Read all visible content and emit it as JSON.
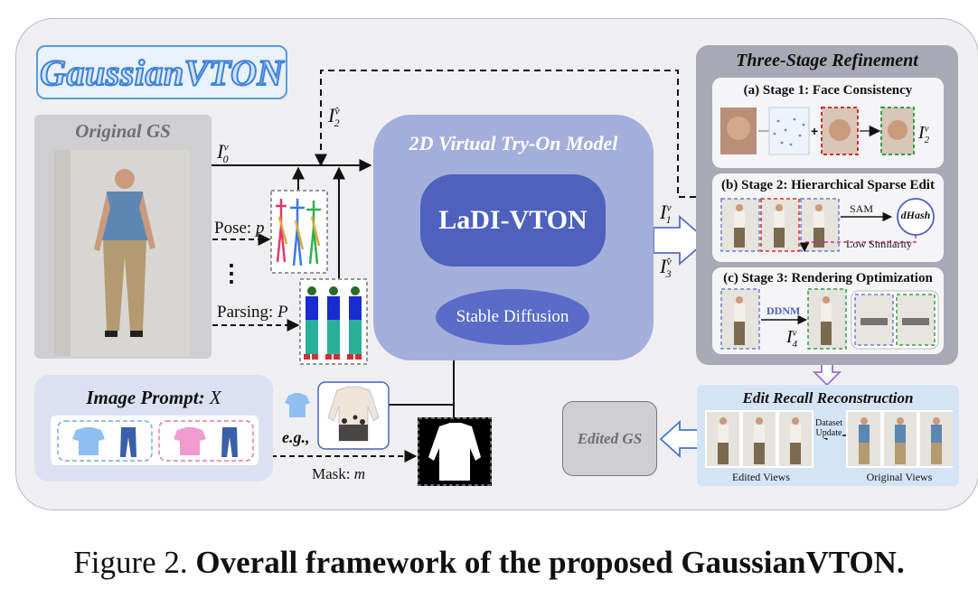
{
  "logo": {
    "text": "GaussianVTON"
  },
  "original_gs": {
    "title": "Original GS"
  },
  "labels": {
    "i0": "I",
    "i0_sup": "v",
    "i0_sub": "0",
    "i2_top": "I",
    "i2_top_sup": "v̂",
    "i2_top_sub": "2",
    "pose": "Pose: ",
    "pose_var": "p",
    "ellipsis": "⋮",
    "parsing": "Parsing: ",
    "parsing_var": "P",
    "i1": "I",
    "i1_sup": "v",
    "i1_sub": "1",
    "i3": "I",
    "i3_sup": "v̂",
    "i3_sub": "3",
    "mask": "Mask: ",
    "mask_var": "m",
    "eg": "e.g.,"
  },
  "vton": {
    "title": "2D Virtual Try-On Model",
    "ladi": "LaDI-VTON",
    "sd": "Stable Diffusion"
  },
  "prompt": {
    "title": "Image Prompt: ",
    "title_var": "X"
  },
  "refinement": {
    "title": "Three-Stage Refinement",
    "stage1": {
      "title": "(a) Stage 1:  Face Consistency",
      "out": "I",
      "out_sup": "v",
      "out_sub": "2"
    },
    "stage2": {
      "title": "(b) Stage 2:  Hierarchical Sparse Edit",
      "sam": "SAM",
      "dhash": "dHash",
      "low_sim": "Low Similarity"
    },
    "stage3": {
      "title": "(c) Stage 3:  Rendering Optimization",
      "ddnm": "DDNM",
      "out": "I",
      "out_sup": "v",
      "out_sub": "4"
    }
  },
  "recall": {
    "title": "Edit Recall Reconstruction",
    "dataset_update_1": "Dataset",
    "dataset_update_2": "Update",
    "edited_views": "Edited Views",
    "original_views": "Original Views"
  },
  "edited_gs": {
    "label": "Edited GS"
  },
  "caption": {
    "prefix": "Figure 2.  ",
    "bold": "Overall framework of the proposed GaussianVTON."
  },
  "colors": {
    "frame_bg": "#efeff1",
    "vton_bg": "#a4aedb",
    "ladi_bg": "#4d61bd",
    "refine_bg": "#a9a9b6",
    "recall_bg": "#d5e4f5",
    "logo_stroke": "#3f82d8"
  }
}
